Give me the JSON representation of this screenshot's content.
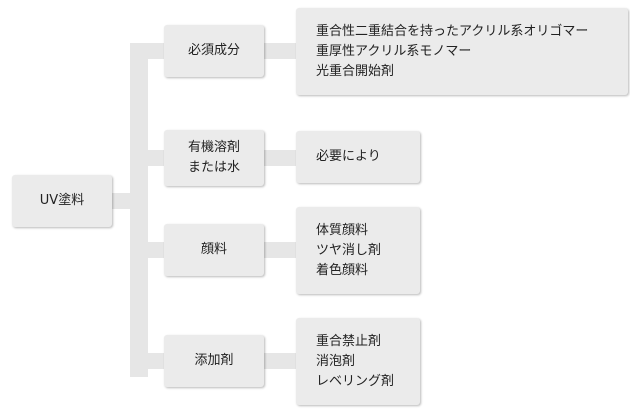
{
  "root": {
    "label": "UV塗料"
  },
  "categories": [
    {
      "label": "必須成分",
      "items": [
        "重合性二重結合を持ったアクリル系オリゴマー",
        "重厚性アクリル系モノマー",
        "光重合開始剤"
      ]
    },
    {
      "label_line1": "有機溶剤",
      "label_line2": "または水",
      "items": [
        "必要により"
      ]
    },
    {
      "label": "顔料",
      "items": [
        "体質顔料",
        "ツヤ消し剤",
        "着色顔料"
      ]
    },
    {
      "label": "添加剤",
      "items": [
        "重合禁止剤",
        "消泡剤",
        "レベリング剤"
      ]
    }
  ]
}
